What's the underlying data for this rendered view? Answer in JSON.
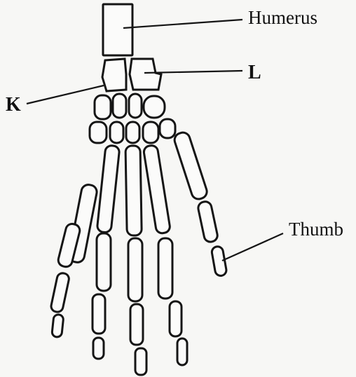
{
  "labels": {
    "humerus": "Humerus",
    "l": "L",
    "k": "K",
    "thumb": "Thumb"
  },
  "colors": {
    "outline": "#151515",
    "bone_fill": "#fbfbfa",
    "background": "#f7f7f5"
  }
}
